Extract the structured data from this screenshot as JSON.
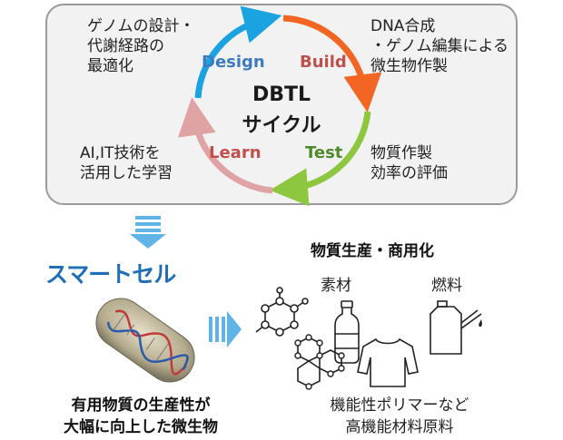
{
  "cycle": {
    "center_line1": "DBTL",
    "center_line2": "サイクル",
    "design_label": "Design",
    "build_label": "Build",
    "test_label": "Test",
    "learn_label": "Learn",
    "design_text": "ゲノムの設計・\n代謝経路の\n最適化",
    "build_text": "DNA合成\n・ゲノム編集による\n微生物作製",
    "test_text": "物質作製\n効率の評価",
    "learn_text": "AI,IT技術を\n活用した学習",
    "colors": {
      "design": "#1aa3e0",
      "build": "#f26522",
      "test": "#8dc63f",
      "learn": "#e0a3a3"
    }
  },
  "smart_cell": {
    "title": "スマートセル",
    "caption_line1": "有用物質の生産性が",
    "caption_line2": "大幅に向上した微生物"
  },
  "production": {
    "title": "物質生産・商用化",
    "material_label": "素材",
    "fuel_label": "燃料",
    "caption_line1": "機能性ポリマーなど",
    "caption_line2": "高機能材料原料"
  }
}
